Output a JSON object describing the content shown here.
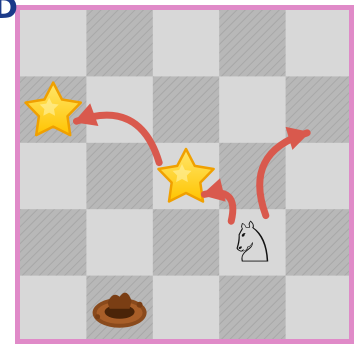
{
  "corner_label": "D",
  "board": {
    "rows": 5,
    "cols": 5,
    "colors": {
      "frame": "#e08ac8",
      "light_square": "#d8d8d8",
      "dark_square": "#b8b8b8",
      "hatch_line": "#a8a8a8",
      "arrow": "#d9594d",
      "star_fill": "#ffd21f",
      "star_stroke": "#f0a000"
    },
    "pieces": [
      {
        "type": "star",
        "icon": "star-icon",
        "row": 1,
        "col": 0
      },
      {
        "type": "star",
        "icon": "star-icon",
        "row": 2,
        "col": 2
      },
      {
        "type": "knight",
        "icon": "chess-knight-icon",
        "glyph": "♘",
        "row": 3,
        "col": 3
      },
      {
        "type": "hole",
        "icon": "dirt-hole-icon",
        "row": 4,
        "col": 1
      }
    ],
    "arrows": [
      {
        "name": "arrow-knight-to-star",
        "from": [
          3,
          3
        ],
        "to": [
          2,
          2
        ]
      },
      {
        "name": "arrow-knight-to-right-edge",
        "from": [
          3,
          3
        ],
        "to": [
          1,
          4
        ]
      },
      {
        "name": "arrow-star-to-star",
        "from": [
          2,
          2
        ],
        "to": [
          1,
          0
        ]
      }
    ]
  }
}
